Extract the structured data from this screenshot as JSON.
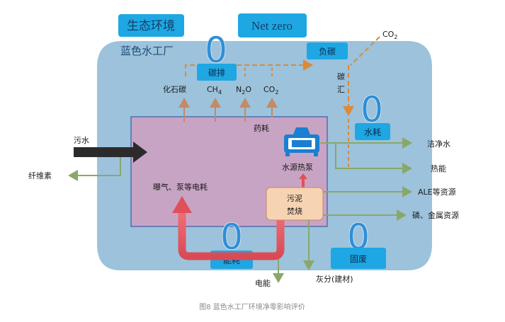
{
  "header": {
    "eco_label": "生态环境",
    "netzero_label": "Net zero"
  },
  "plant": {
    "title": "蓝色水工厂"
  },
  "zeros": {
    "carbon_emission": "0",
    "water_use": "0",
    "energy_use": "0",
    "solid_waste": "0"
  },
  "tags": {
    "carbon_emission": "碳排",
    "negative_carbon": "负碳",
    "water_use": "水耗",
    "energy_use": "能耗",
    "solid_waste": "固废",
    "sludge_line1": "污泥",
    "sludge_line2": "焚烧"
  },
  "emissions": {
    "fossil_carbon": "化石碳",
    "ch4_main": "CH",
    "ch4_sub": "4",
    "n2o_n": "N",
    "n2o_sub": "2",
    "n2o_o": "O",
    "co2_main": "CO",
    "co2_sub": "2"
  },
  "labels": {
    "co2_top_main": "CO",
    "co2_top_sub": "2",
    "carbon_sink_1": "碳",
    "carbon_sink_2": "汇",
    "chemicals": "药耗",
    "sewage": "污水",
    "fiber": "纤维素",
    "aeration": "曝气、泵等电耗",
    "heat_pump": "水源热泵",
    "clean_water": "洁净水",
    "heat_energy": "热能",
    "ale_resources": "ALE等资源",
    "phosphorus_metal": "磷、金属资源",
    "electricity": "电能",
    "ash": "灰分(建材)"
  },
  "caption": "图8   蓝色水工厂环境净零影响评价",
  "colors": {
    "outer_blob": "#9cc2dc",
    "inner_box": "#c8a4c4",
    "tag_fill": "#1ea7e3",
    "orange_dash": "#d98a3a",
    "green_arrow": "#88a86a",
    "red_arrow": "#e0505a",
    "sludge_fill": "#f6d3b3"
  }
}
